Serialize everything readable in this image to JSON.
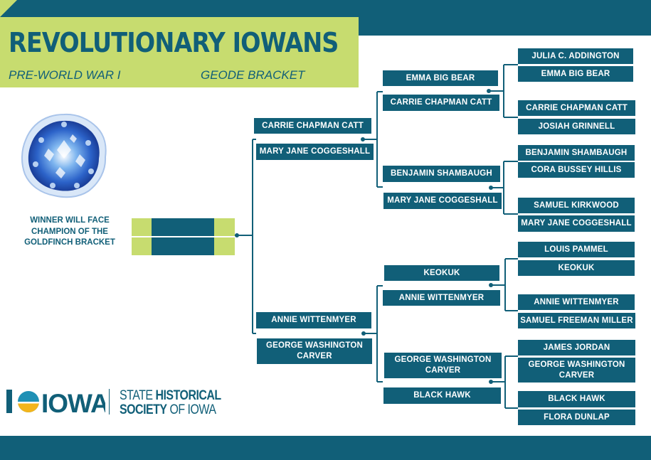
{
  "header": {
    "title": "REVOLUTIONARY IOWANS",
    "subtitle_left": "PRE-WORLD WAR I",
    "subtitle_right": "GEODE BRACKET"
  },
  "winner_note": "WINNER WILL FACE CHAMPION OF THE GOLDFINCH BRACKET",
  "semifinal": {
    "top": [
      "CARRIE CHAPMAN CATT",
      "MARY JANE COGGESHALL"
    ],
    "bottom": [
      "ANNIE WITTENMYER",
      "GEORGE WASHINGTON CARVER"
    ]
  },
  "quarterfinal": [
    [
      "EMMA BIG BEAR",
      "CARRIE CHAPMAN CATT"
    ],
    [
      "BENJAMIN SHAMBAUGH",
      "MARY JANE COGGESHALL"
    ],
    [
      "KEOKUK",
      "ANNIE WITTENMYER"
    ],
    [
      "GEORGE WASHINGTON CARVER",
      "BLACK HAWK"
    ]
  ],
  "first_round": [
    [
      "JULIA C. ADDINGTON",
      "EMMA BIG BEAR"
    ],
    [
      "CARRIE CHAPMAN CATT",
      "JOSIAH GRINNELL"
    ],
    [
      "BENJAMIN SHAMBAUGH",
      "CORA BUSSEY HILLIS"
    ],
    [
      "SAMUEL KIRKWOOD",
      "MARY JANE COGGESHALL"
    ],
    [
      "LOUIS PAMMEL",
      "KEOKUK"
    ],
    [
      "ANNIE WITTENMYER",
      "SAMUEL FREEMAN MILLER"
    ],
    [
      "JAMES JORDAN",
      "GEORGE WASHINGTON CARVER"
    ],
    [
      "BLACK HAWK",
      "FLORA DUNLAP"
    ]
  ],
  "logos": {
    "iowa": "IOWA",
    "shsi_line1_a": "STATE ",
    "shsi_line1_b": "HISTORICAL",
    "shsi_line2_a": "SOCIETY",
    "shsi_line2_b": " OF IOWA"
  },
  "colors": {
    "navy": "#115f78",
    "lime": "#c7dc6f"
  }
}
